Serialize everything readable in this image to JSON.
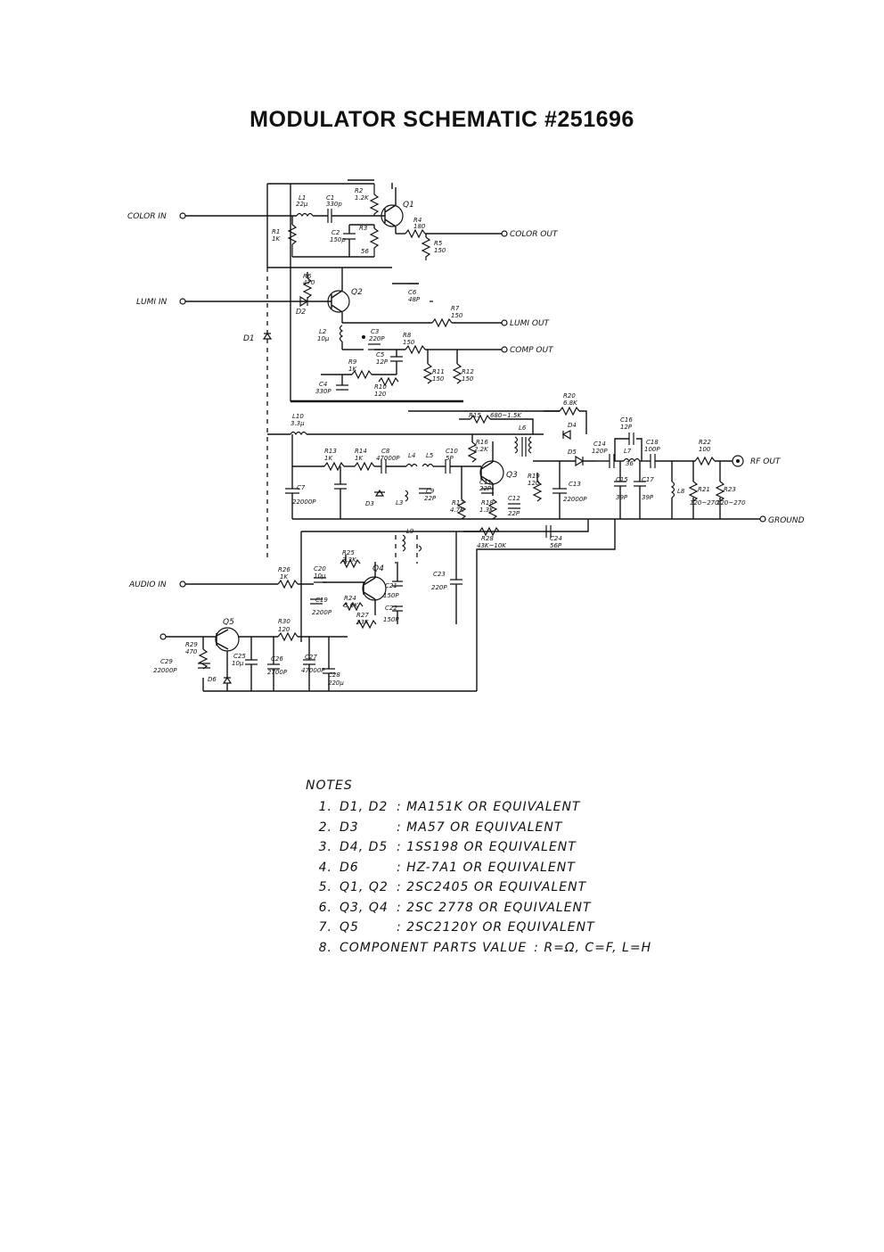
{
  "title": "MODULATOR SCHEMATIC #251696",
  "ports": {
    "color_in": "COLOR IN",
    "lumi_in": "LUMI IN",
    "audio_in": "AUDIO IN",
    "color_out": "COLOR OUT",
    "lumi_out": "LUMI OUT",
    "comp_out": "COMP OUT",
    "rf_out": "RF OUT",
    "ground": "GROUND"
  },
  "labels": {
    "q1": "Q1",
    "q2": "Q2",
    "q3": "Q3",
    "q4": "Q4",
    "q5": "Q5",
    "d1": "D1",
    "d2": "D2",
    "d3": "D3",
    "d4": "D4",
    "d5": "D5",
    "d6": "D6",
    "l1": "L1",
    "l1v": "22μ",
    "c1": "C1",
    "c1v": "330p",
    "r2": "R2",
    "r2v": "1.2K",
    "r1": "R1",
    "r1v": "1K",
    "c2": "C2",
    "c2v": "150p",
    "r3": "R3",
    "r3v": "56",
    "r4": "R4",
    "r4v": "180",
    "r5": "R5",
    "r5v": "150",
    "r6": "R6",
    "r6v": "470",
    "c6": "C6",
    "c6v": "48P",
    "r7": "R7",
    "r7v": "150",
    "l2": "L2",
    "l2v": "10μ",
    "c3": "C3",
    "c3v": "220P",
    "r8": "R8",
    "r8v": "150",
    "c5": "C5",
    "c5v": "12P",
    "r9": "R9",
    "r9v": "1K",
    "r11": "R11",
    "r11v": "150",
    "r12": "R12",
    "r12v": "150",
    "c4": "C4",
    "c4v": "330P",
    "r10": "R10",
    "r10v": "120",
    "r20": "R20",
    "r20v": "6.8K",
    "l10": "L10",
    "l10v": "3.3μ",
    "r15": "R15",
    "r15v": "680~1.5K",
    "r16": "R16",
    "r16v": "2.2K",
    "l6": "L6",
    "c16": "C16",
    "c16v": "12P",
    "r13": "R13",
    "r13v": "1K",
    "r14": "R14",
    "r14v": "1K",
    "c8": "C8",
    "c8v": "47000P",
    "l4": "L4",
    "l5": "L5",
    "c10": "C10",
    "c10v": "5P",
    "c11": "C11",
    "c11v": "22P",
    "r19": "R19",
    "r19v": "120",
    "c14": "C14",
    "c14v": "120P",
    "l7": "L7",
    "l7v": "36",
    "c18": "C18",
    "c18v": "100P",
    "r22": "R22",
    "r22v": "100",
    "c7": "C7",
    "c7v": "22000P",
    "l3": "L3",
    "c9": "C9",
    "c9v": "22P",
    "r17": "R17",
    "r17v": "4.7K",
    "r18": "R18",
    "r18v": "1.3K",
    "c12": "C12",
    "c12v": "22P",
    "c13": "C13",
    "c13v": "22000P",
    "c15": "C15",
    "c15v": "39P",
    "c17": "C17",
    "c17v": "39P",
    "l8": "L8",
    "r21": "R21",
    "r21v": "120~270",
    "r23": "R23",
    "r23v": "120~270",
    "l9": "L9",
    "r28": "R28",
    "r28v": "43K~10K",
    "c24": "C24",
    "c24v": "56P",
    "r25": "R25",
    "r25v": "3.3K",
    "r26": "R26",
    "r26v": "1K",
    "c20": "C20",
    "c20v": "10μ",
    "c23": "C23",
    "c23v": "220P",
    "c21": "C21",
    "c21v": "150P",
    "c19": "C19",
    "c19v": "2200P",
    "r24": "R24",
    "r24v": "5.6K",
    "r27": "R27",
    "r27v": "33K",
    "c22": "C22",
    "c22v": "150P",
    "r30": "R30",
    "r30v": "120",
    "r29": "R29",
    "r29v": "470",
    "c29": "C29",
    "c29v": "22000P",
    "c25": "C25",
    "c25v": "10μ",
    "c26": "C26",
    "c26v": "2700P",
    "c27": "C27",
    "c27v": "47000P",
    "c28": "C28",
    "c28v": "220μ"
  },
  "notes": {
    "heading": "NOTES",
    "items": [
      {
        "num": "1.",
        "part": "D1, D2",
        "desc": ": MA151K OR EQUIVALENT"
      },
      {
        "num": "2.",
        "part": "D3",
        "desc": ": MA57 OR EQUIVALENT"
      },
      {
        "num": "3.",
        "part": "D4, D5",
        "desc": ": 1SS198 OR EQUIVALENT"
      },
      {
        "num": "4.",
        "part": "D6",
        "desc": ": HZ-7A1 OR EQUIVALENT"
      },
      {
        "num": "5.",
        "part": "Q1, Q2",
        "desc": ": 2SC2405 OR EQUIVALENT"
      },
      {
        "num": "6.",
        "part": "Q3, Q4",
        "desc": ": 2SC 2778 OR EQUIVALENT"
      },
      {
        "num": "7.",
        "part": "Q5",
        "desc": ": 2SC2120Y OR EQUIVALENT"
      },
      {
        "num": "8.",
        "part": "COMPONENT PARTS VALUE",
        "desc": ": R=Ω, C=F, L=H"
      }
    ]
  }
}
